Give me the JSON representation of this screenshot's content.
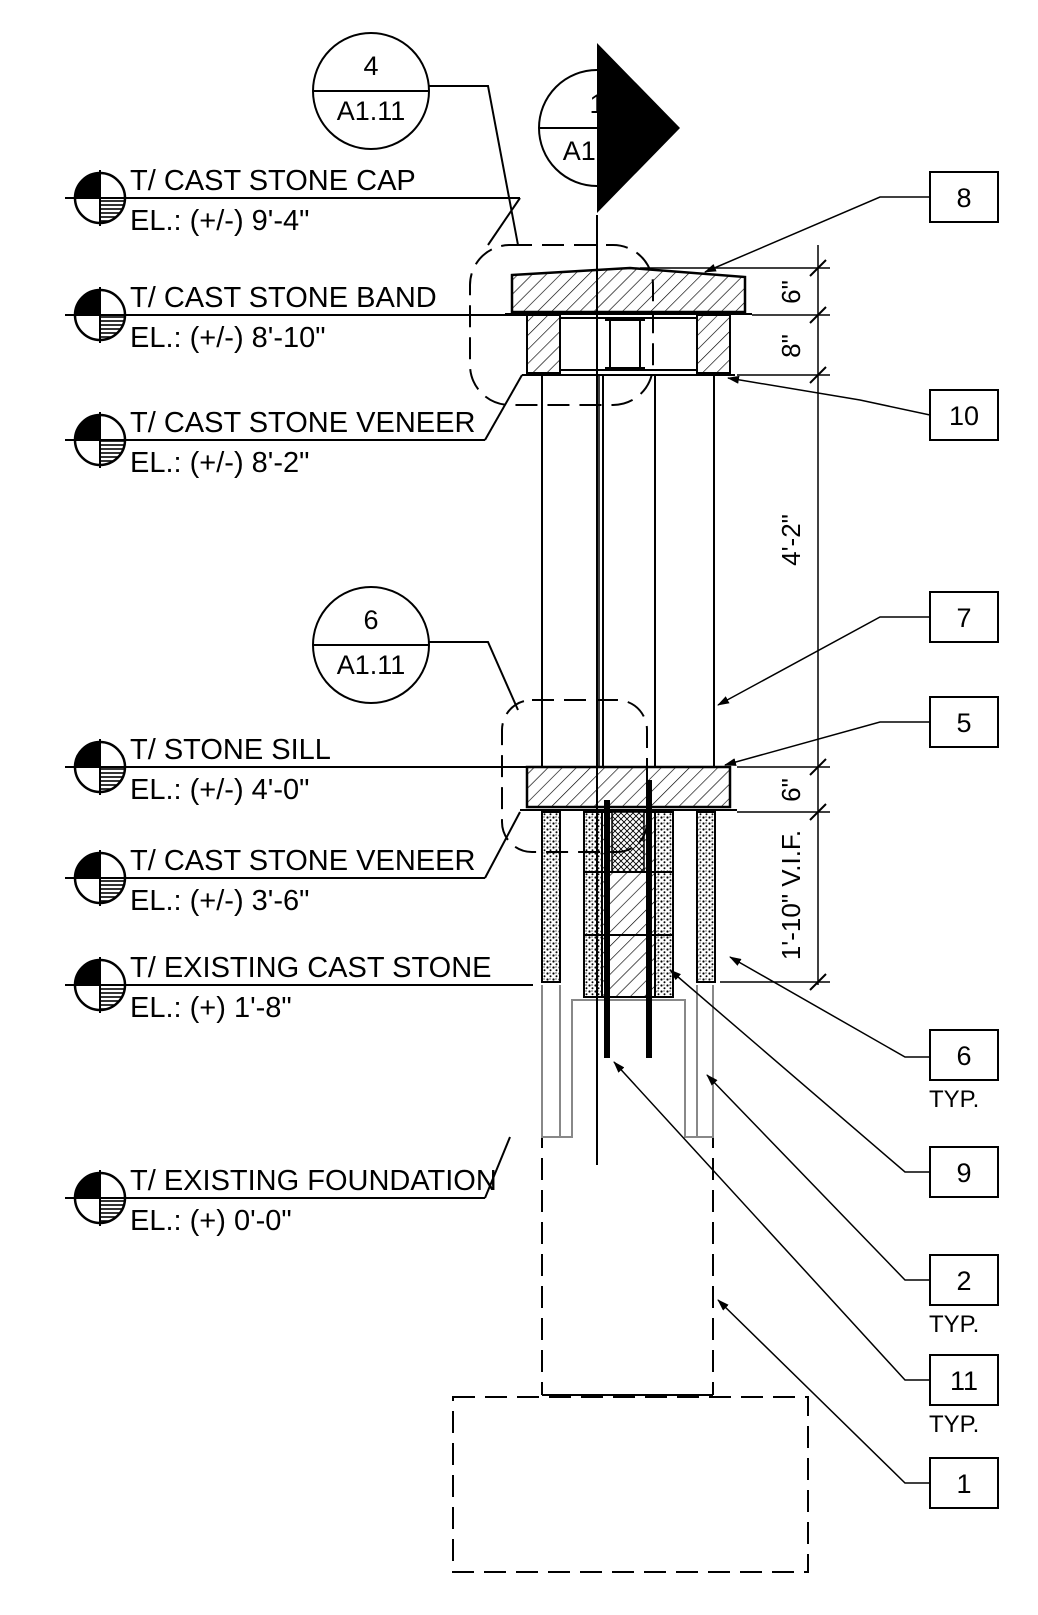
{
  "levels": [
    {
      "title": "T/ CAST STONE CAP",
      "elevation": "EL.: (+/-) 9'-4\""
    },
    {
      "title": "T/ CAST STONE BAND",
      "elevation": "EL.: (+/-) 8'-10\""
    },
    {
      "title": "T/ CAST STONE VENEER",
      "elevation": "EL.: (+/-) 8'-2\""
    },
    {
      "title": "T/ STONE SILL",
      "elevation": "EL.: (+/-) 4'-0\""
    },
    {
      "title": "T/ CAST STONE VENEER",
      "elevation": "EL.: (+/-) 3'-6\""
    },
    {
      "title": "T/ EXISTING CAST STONE",
      "elevation": "EL.: (+) 1'-8\""
    },
    {
      "title": "T/ EXISTING FOUNDATION",
      "elevation": "EL.: (+) 0'-0\""
    }
  ],
  "detail_bubbles": [
    {
      "number": "4",
      "sheet": "A1.11"
    },
    {
      "number": "6",
      "sheet": "A1.11"
    }
  ],
  "section_marker": {
    "number": "1",
    "sheet": "A1.11"
  },
  "keynotes": [
    {
      "number": "8",
      "note": ""
    },
    {
      "number": "10",
      "note": ""
    },
    {
      "number": "7",
      "note": ""
    },
    {
      "number": "5",
      "note": ""
    },
    {
      "number": "6",
      "note": "TYP."
    },
    {
      "number": "9",
      "note": ""
    },
    {
      "number": "2",
      "note": "TYP."
    },
    {
      "number": "11",
      "note": "TYP."
    },
    {
      "number": "1",
      "note": ""
    }
  ],
  "dimensions": [
    "6\"",
    "8\"",
    "4'-2\"",
    "6\"",
    "1'-10\" V.I.F."
  ],
  "colors": {
    "line": "#000000",
    "existing": "#888888",
    "background": "#ffffff"
  }
}
